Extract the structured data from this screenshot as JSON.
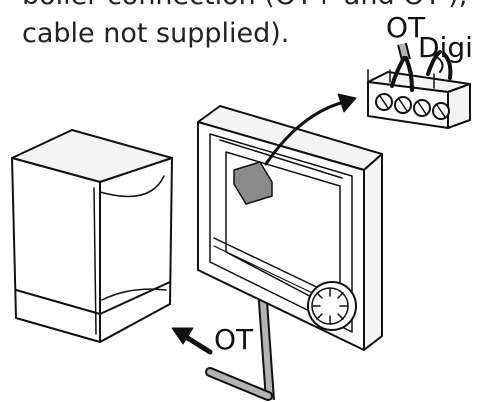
{
  "caption": {
    "line1": "boiler connection (OT+ and OT-),",
    "line2": "cable not supplied)."
  },
  "labels": {
    "ot_terminal": "OT",
    "digi_terminal": "Digi",
    "ot_boiler": "OT"
  },
  "colors": {
    "stroke": "#111111",
    "light_fill": "#f4f4f4",
    "screen_fill": "#ffffff",
    "chip_fill": "#8a8a8a",
    "cable_fill": "#b4b4b4"
  }
}
